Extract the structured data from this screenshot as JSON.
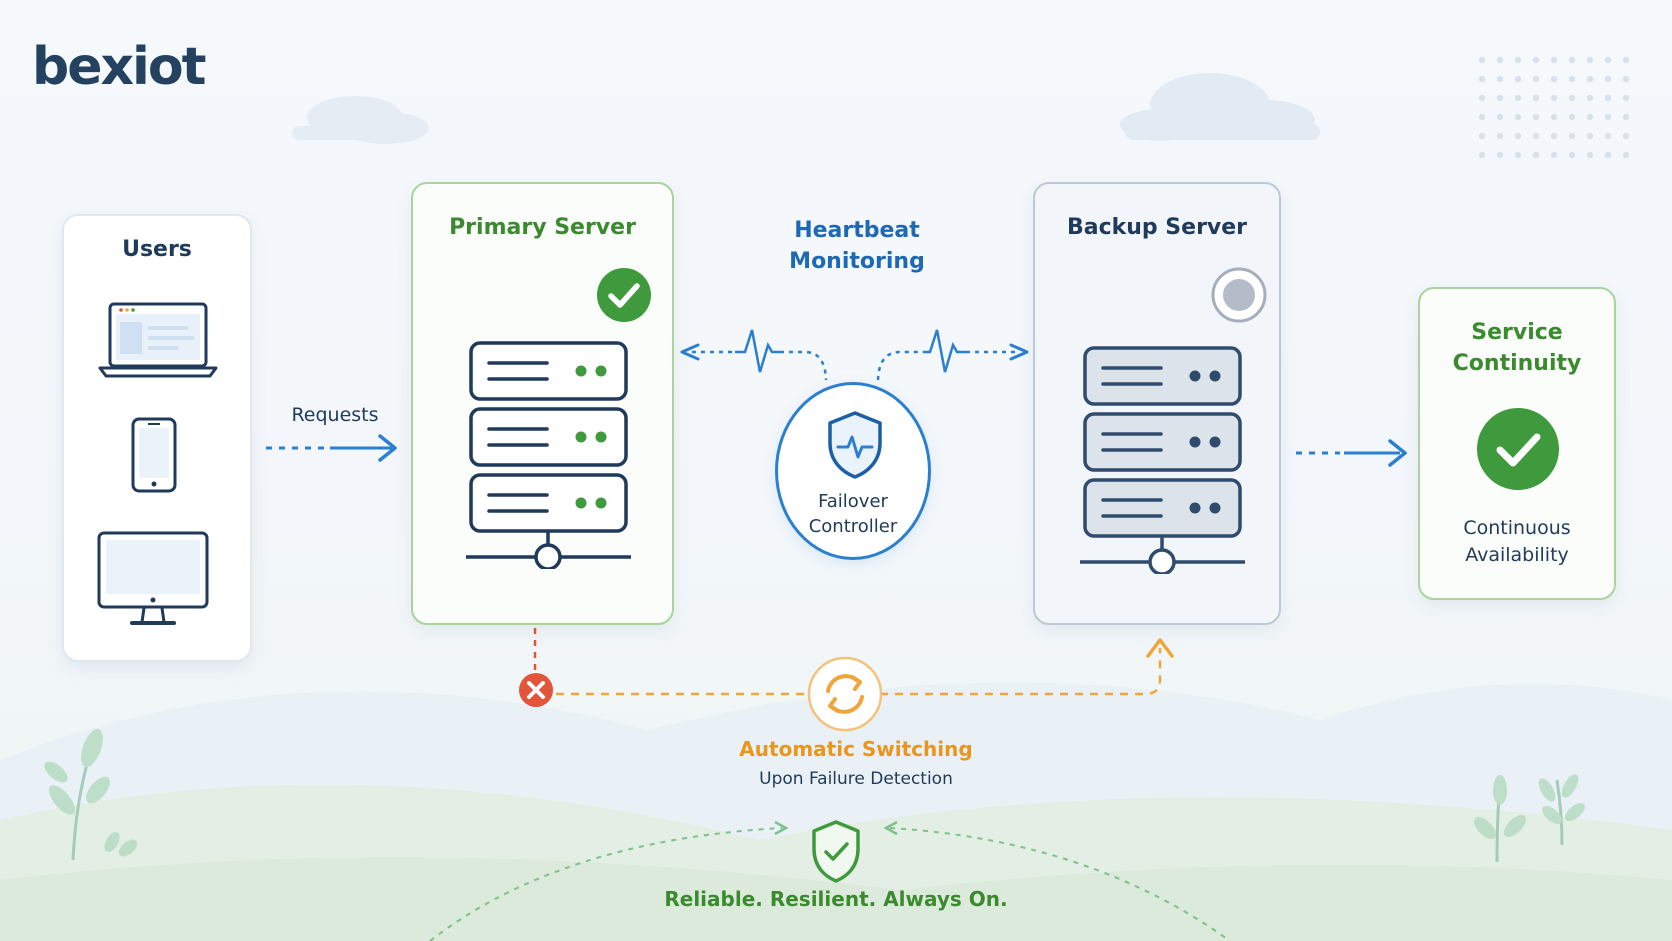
{
  "brand": {
    "logo_text": "bexiot"
  },
  "users": {
    "title": "Users",
    "devices": [
      "laptop-icon",
      "smartphone-icon",
      "desktop-monitor-icon"
    ]
  },
  "requests": {
    "label": "Requests"
  },
  "primary_server": {
    "title": "Primary Server",
    "status": "healthy"
  },
  "heartbeat": {
    "title": "Heartbeat\nMonitoring"
  },
  "failover": {
    "label": "Failover\nController"
  },
  "backup_server": {
    "title": "Backup Server",
    "status": "standby"
  },
  "continuity": {
    "title": "Service\nContinuity",
    "subtitle": "Continuous\nAvailability"
  },
  "switching": {
    "title": "Automatic Switching",
    "subtitle": "Upon Failure Detection"
  },
  "tagline": {
    "text": "Reliable. Resilient. Always On."
  },
  "colors": {
    "navy": "#1f3a5a",
    "green": "#3f9a3e",
    "green_text": "#3b8a2f",
    "blue": "#2a7fd0",
    "blue_text": "#1d69b5",
    "orange": "#f0a53a",
    "orange_text": "#e9961c",
    "red": "#e2553a",
    "grey": "#8f9aa8"
  }
}
